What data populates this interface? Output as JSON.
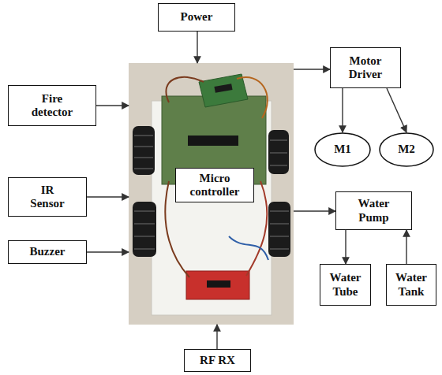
{
  "diagram": {
    "nodes": [
      {
        "text": [
          "Power"
        ]
      },
      {
        "text": [
          "Fire detector"
        ]
      },
      {
        "text": [
          "Motor Driver"
        ]
      },
      {
        "text": [
          "M1"
        ]
      },
      {
        "text": [
          "M2"
        ]
      },
      {
        "text": [
          "IR Sensor"
        ]
      },
      {
        "text": [
          "Micro controller"
        ]
      },
      {
        "text": [
          "Water Pump"
        ]
      },
      {
        "text": [
          "Buzzer"
        ]
      },
      {
        "text": [
          "Water Tube"
        ]
      },
      {
        "text": [
          "Water Tank"
        ]
      },
      {
        "text": [
          "RF RX"
        ]
      }
    ],
    "edges": [
      {
        "from": 0,
        "to": 6,
        "arrow": "to"
      },
      {
        "from": 1,
        "to": 6,
        "arrow": "to"
      },
      {
        "from": 6,
        "to": 2,
        "arrow": "to"
      },
      {
        "from": 2,
        "to": 3,
        "arrow": "to"
      },
      {
        "from": 2,
        "to": 4,
        "arrow": "to"
      },
      {
        "from": 5,
        "to": 6,
        "arrow": "to"
      },
      {
        "from": 6,
        "to": 7,
        "arrow": "to"
      },
      {
        "from": 8,
        "to": 6,
        "arrow": "to"
      },
      {
        "from": 7,
        "to": 9,
        "arrow": "to"
      },
      {
        "from": 10,
        "to": 7,
        "arrow": "to"
      },
      {
        "from": 11,
        "to": 6,
        "arrow": "to"
      }
    ]
  }
}
